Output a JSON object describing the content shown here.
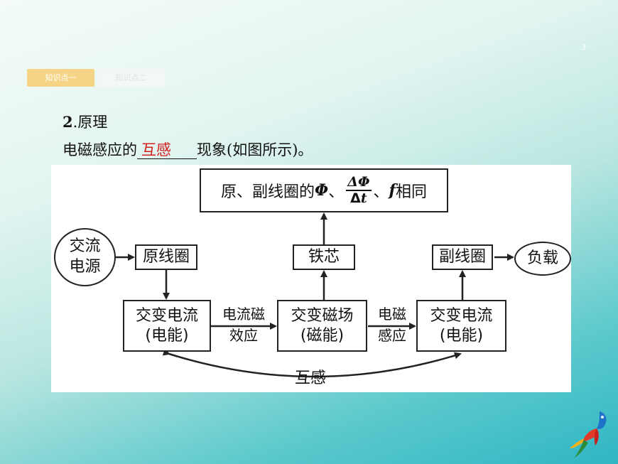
{
  "slide_number": "-3-",
  "tabs": [
    "知识点一",
    "知识点二"
  ],
  "heading": {
    "number": "2",
    "text": ".原理"
  },
  "sentence": {
    "before": "电磁感应的",
    "answer": "互感",
    "after": "现象(如图所示)。"
  },
  "diagram": {
    "top_box": {
      "prefix": "原、副线圈的",
      "phi": "Φ",
      "sep1": "、",
      "frac_num": "ΔΦ",
      "frac_den_delta": "Δ",
      "frac_den_t": "t",
      "sep2": "、",
      "f": "f",
      "suffix": "相同"
    },
    "source": {
      "line1": "交流",
      "line2": "电源"
    },
    "primary_coil": "原线圈",
    "core": "铁芯",
    "secondary_coil": "副线圈",
    "load": "负载",
    "primary_current": {
      "line1": "交变电流",
      "line2": "(电能)"
    },
    "magnetic_field": {
      "line1": "交变磁场",
      "line2": "(磁能)"
    },
    "secondary_current": {
      "line1": "交变电流",
      "line2": "(电能)"
    },
    "effect1": {
      "line1": "电流磁",
      "line2": "效应"
    },
    "effect2": {
      "line1": "电磁",
      "line2": "感应"
    },
    "mutual": "互感"
  }
}
